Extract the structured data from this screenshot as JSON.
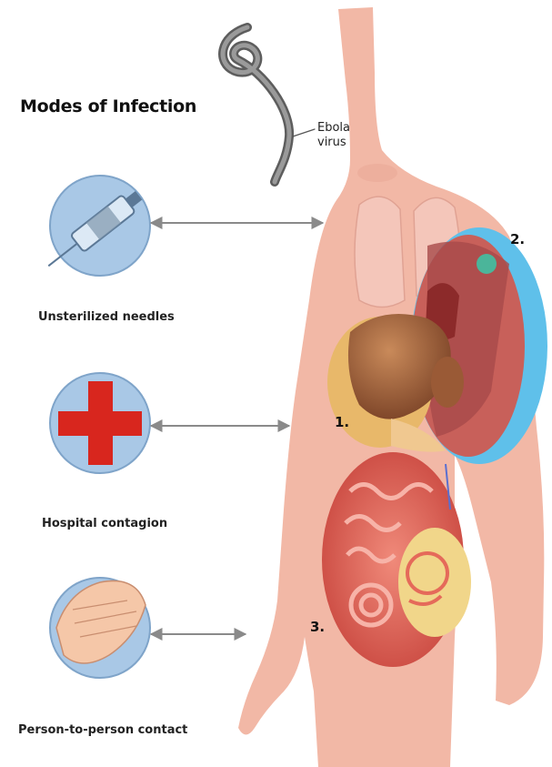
{
  "title": "Modes of Infection",
  "virus_label": {
    "line1": "Ebola",
    "line2": "virus"
  },
  "modes": {
    "needles": {
      "caption": "Unsterilized needles",
      "icon": "syringe-icon"
    },
    "hospital": {
      "caption": "Hospital contagion",
      "icon": "red-cross-icon"
    },
    "contact": {
      "caption": "Person-to-person contact",
      "icon": "hands-icon"
    }
  },
  "callouts": {
    "one": "1.",
    "two": "2.",
    "three": "3."
  },
  "colors": {
    "skin": "#f2b8a6",
    "circle_fill": "#a9c8e6",
    "cross_red": "#d8261e",
    "arrow_gray": "#8a8a8a",
    "highlight_blue": "#5fc0ea"
  }
}
